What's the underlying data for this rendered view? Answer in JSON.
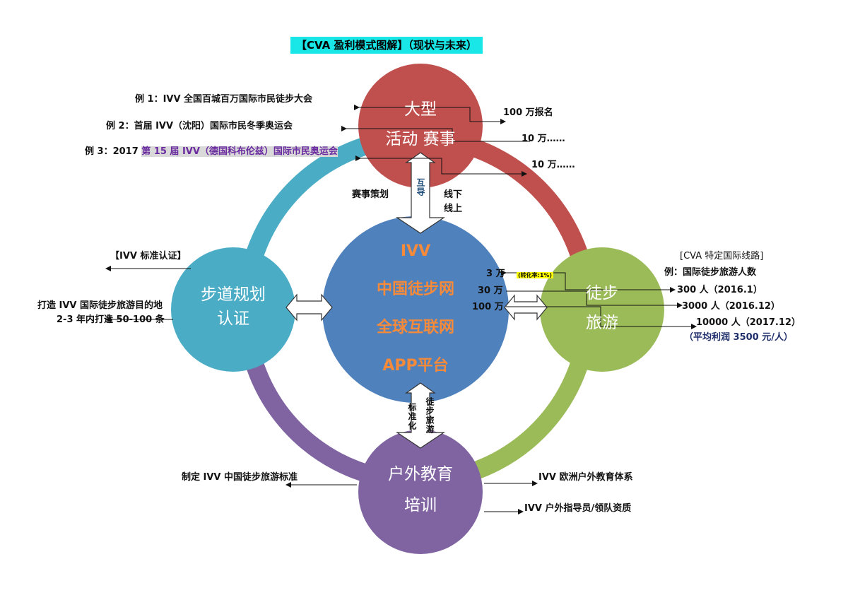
{
  "title": "【CVA 盈利模式图解】（现状与未来）",
  "colors": {
    "events": "#c0504d",
    "hiking": "#9bbb59",
    "education": "#8064a2",
    "trail": "#4bacc6",
    "hub": "#4f81bd",
    "hub_text": "#f58a3a",
    "title_bg": "#19e6e6"
  },
  "nodes": {
    "events": {
      "line1": "大型",
      "line2": "活动 赛事"
    },
    "hiking": {
      "line1": "徒步",
      "line2": "旅游"
    },
    "education": {
      "line1": "户外教育",
      "line2": "培训"
    },
    "trail": {
      "line1": "步道规划",
      "line2": "认证"
    },
    "hub": {
      "line1": "IVV",
      "line2": "中国徒步网",
      "line3": "全球互联网",
      "line4": "APP平台"
    }
  },
  "connectors": {
    "top_left": "赛事策划",
    "top_mid": "互导",
    "top_right_1": "线下",
    "top_right_2": "线上",
    "bottom_left": "标准化",
    "bottom_right": "徒步旅游"
  },
  "events_examples": {
    "ex1": "例 1：IVV 全国百城百万国际市民徒步大会",
    "ex2": "例 2：首届 IVV（沈阳）国际市民冬季奥运会",
    "ex3_prefix": "例 3：2017 ",
    "ex3_highlight": "第 15 届 IVV（德国科布伦兹）国际市民奥运会",
    "r1": "100 万报名",
    "r2": "10 万……",
    "r3": "10 万……"
  },
  "hiking_info": {
    "header1": "[CVA 特定国际线路]",
    "header2": "例：国际徒步旅游人数",
    "row1": "300 人（2016.1）",
    "row2": "3000 人（2016.12）",
    "row3": "10000 人（2017.12）",
    "profit": "（平均利润 3500 元/人）",
    "conv_label": "(转化率:1%)",
    "left1": "3 万",
    "left2": "30 万",
    "left3": "100 万"
  },
  "trail_info": {
    "header": "【IVV 标准认证】",
    "line1": "打造 IVV 国际徒步旅游目的地",
    "line2": "2-3 年内打造 50-100 条"
  },
  "education_info": {
    "left": "制定 IVV 中国徒步旅游标准",
    "right1": "IVV 欧洲户外教育体系",
    "right2": "IVV 户外指导员/领队资质"
  }
}
